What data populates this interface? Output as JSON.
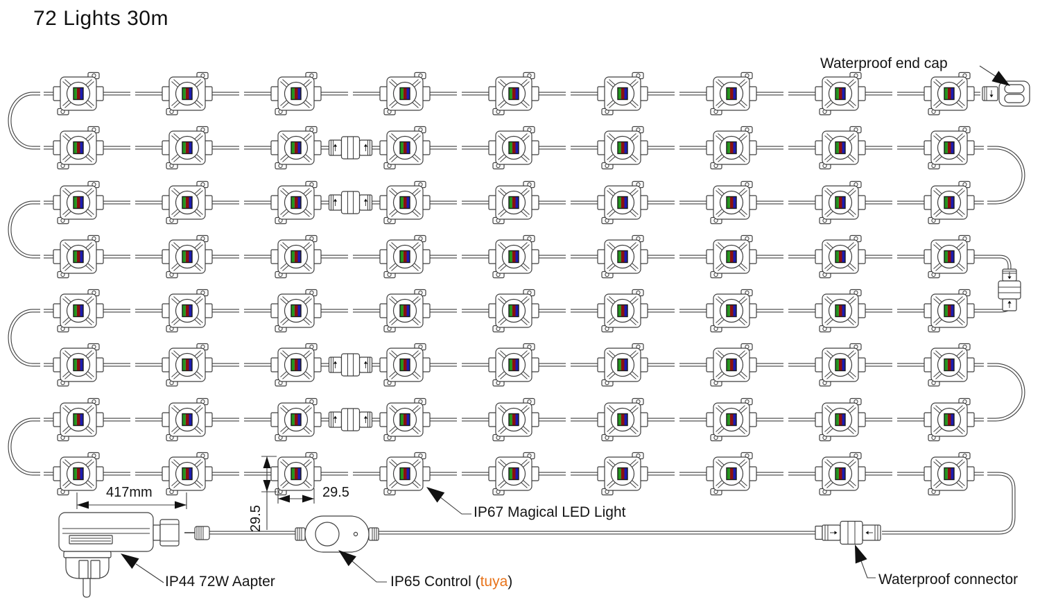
{
  "header": {
    "title": "72 Lights 30m"
  },
  "labels": {
    "end_cap": "Waterproof end cap",
    "led_light": "IP67 Magical LED Light",
    "adapter": "IP44 72W Aapter",
    "control_prefix": "IP65 Control (",
    "control_brand": "tuya",
    "control_suffix": ")",
    "connector": "Waterproof connector"
  },
  "dimensions": {
    "spacing": "417mm",
    "module_width": "29.5",
    "module_height": "29.5"
  },
  "diagram": {
    "rows": 8,
    "lights_per_row": 9,
    "total_lights": 72,
    "inline_connector_rows": [
      2,
      3,
      6,
      7
    ],
    "left_uturn_pairs": [
      [
        1,
        2
      ],
      [
        3,
        4
      ],
      [
        5,
        6
      ],
      [
        7,
        8
      ]
    ],
    "right_uturn_pairs": [
      [
        2,
        3
      ],
      [
        6,
        7
      ]
    ],
    "right_connector_between_rows": [
      4,
      5
    ]
  },
  "colors": {
    "line": "#3e3e3e",
    "text": "#141414",
    "accent_brand": "#e8731a",
    "chip_green": "#23961e",
    "chip_red": "#8a1010",
    "chip_blue": "#1c1cb0"
  }
}
